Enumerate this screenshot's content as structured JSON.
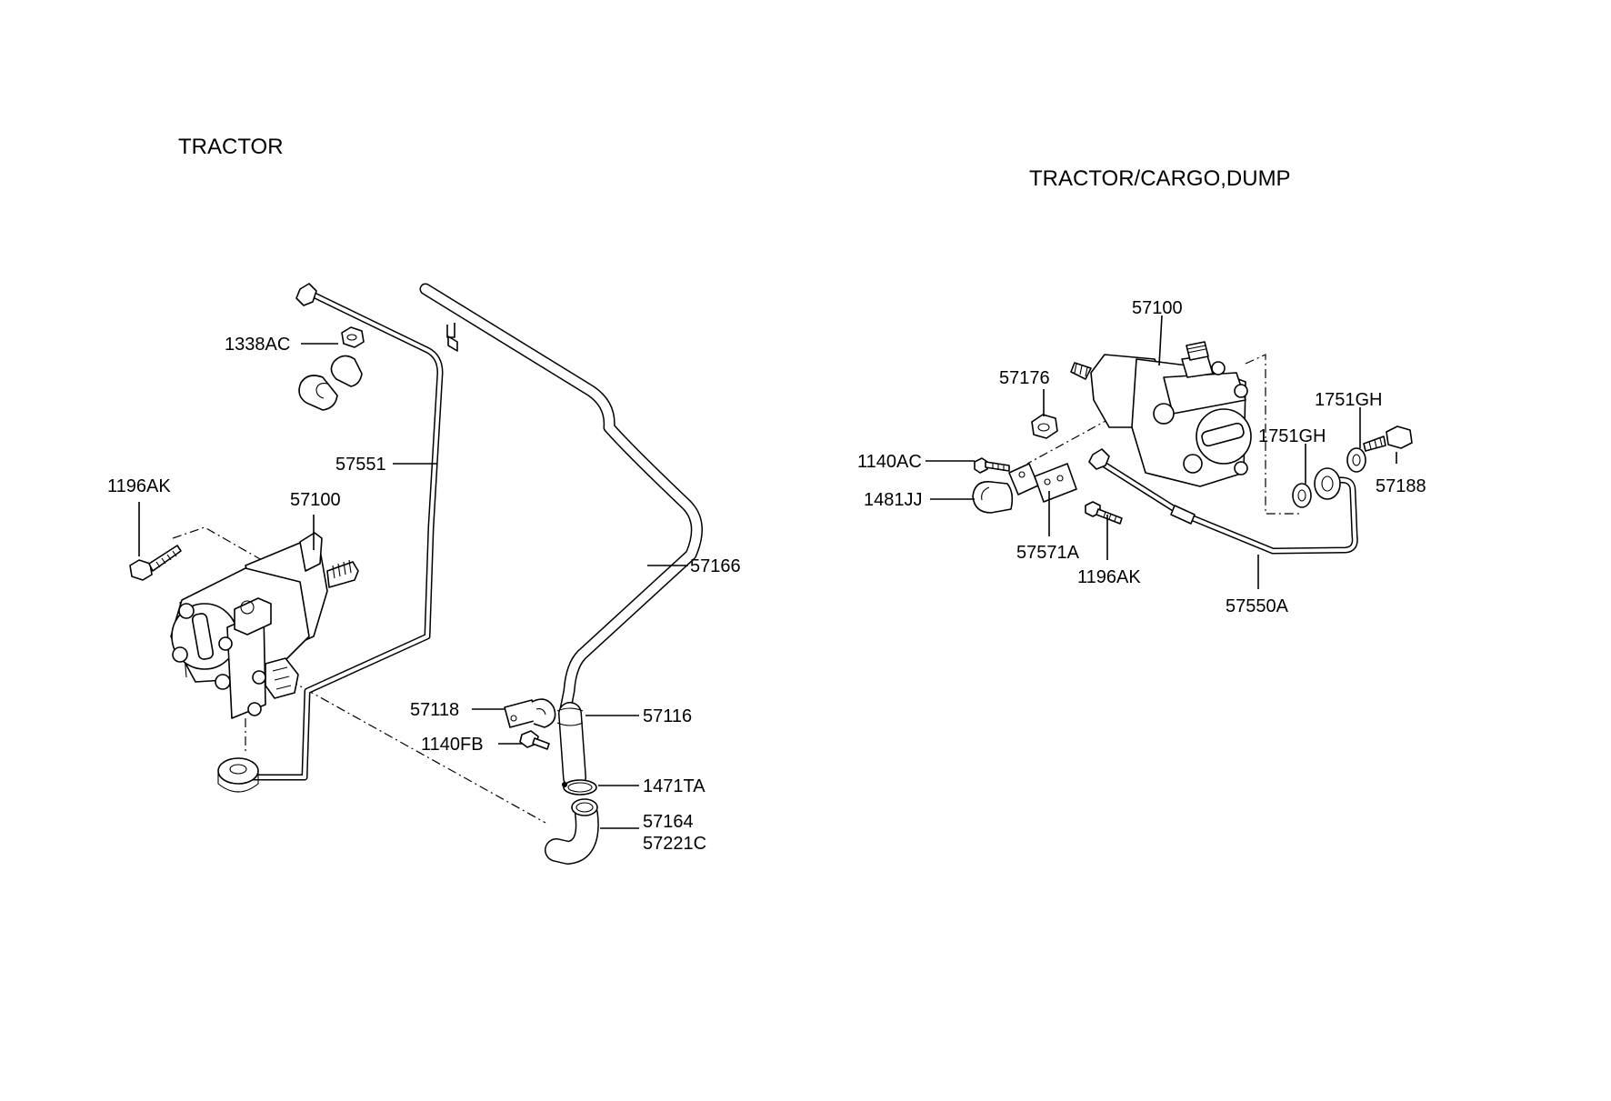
{
  "titles": {
    "left": "TRACTOR",
    "right": "TRACTOR/CARGO,DUMP"
  },
  "left_labels": {
    "p1338AC": "1338AC",
    "p57551": "57551",
    "p1196AK": "1196AK",
    "p57100": "57100",
    "p57166": "57166",
    "p57118": "57118",
    "p57116": "57116",
    "p1140FB": "1140FB",
    "p1471TA": "1471TA",
    "p57164": "57164",
    "p57221C": "57221C"
  },
  "right_labels": {
    "p57100": "57100",
    "p57176": "57176",
    "p1751GH_a": "1751GH",
    "p1751GH_b": "1751GH",
    "p1140AC": "1140AC",
    "p57188": "57188",
    "p1481JJ": "1481JJ",
    "p57571A": "57571A",
    "p1196AK": "1196AK",
    "p57550A": "57550A"
  }
}
